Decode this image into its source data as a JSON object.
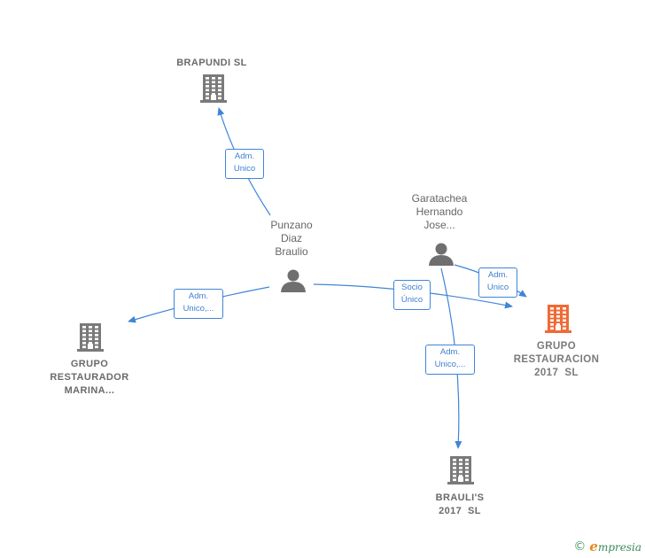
{
  "colors": {
    "edge": "#3f85d8",
    "company": "#7a7a7a",
    "focus_company": "#f06a35",
    "person": "#6f6f6f"
  },
  "nodes": {
    "brapundi": {
      "type": "company",
      "icon": "building-icon",
      "label_lines": [
        "BRAPUNDI SL"
      ]
    },
    "punzano": {
      "type": "person",
      "icon": "person-icon",
      "label_lines": [
        "Punzano",
        "Diaz",
        "Braulio"
      ]
    },
    "garatachea": {
      "type": "person",
      "icon": "person-icon",
      "label_lines": [
        "Garatachea",
        "Hernando",
        "Jose..."
      ]
    },
    "grupo_restaurador": {
      "type": "company",
      "icon": "building-icon",
      "label_lines": [
        "GRUPO",
        "RESTAURADOR",
        "MARINA..."
      ]
    },
    "grupo_restauracion": {
      "type": "focus-company",
      "icon": "building-icon",
      "label_lines": [
        "GRUPO",
        "RESTAURACION",
        "2017  SL"
      ]
    },
    "braulis": {
      "type": "company",
      "icon": "building-icon",
      "label_lines": [
        "BRAULI'S",
        "2017  SL"
      ]
    }
  },
  "edges": [
    {
      "from": "punzano",
      "to": "brapundi",
      "label_lines": [
        "Adm.",
        "Unico"
      ]
    },
    {
      "from": "punzano",
      "to": "grupo_restaurador",
      "label_lines": [
        "Adm.",
        "Unico,..."
      ]
    },
    {
      "from": "punzano",
      "to": "grupo_restauracion",
      "label_lines": [
        "Socio",
        "Único"
      ]
    },
    {
      "from": "garatachea",
      "to": "grupo_restauracion",
      "label_lines": [
        "Adm.",
        "Unico"
      ]
    },
    {
      "from": "garatachea",
      "to": "braulis",
      "label_lines": [
        "Adm.",
        "Unico,..."
      ]
    }
  ],
  "footer": {
    "copyright_symbol": "©",
    "brand_initial": "e",
    "brand_rest": "mpresia"
  }
}
